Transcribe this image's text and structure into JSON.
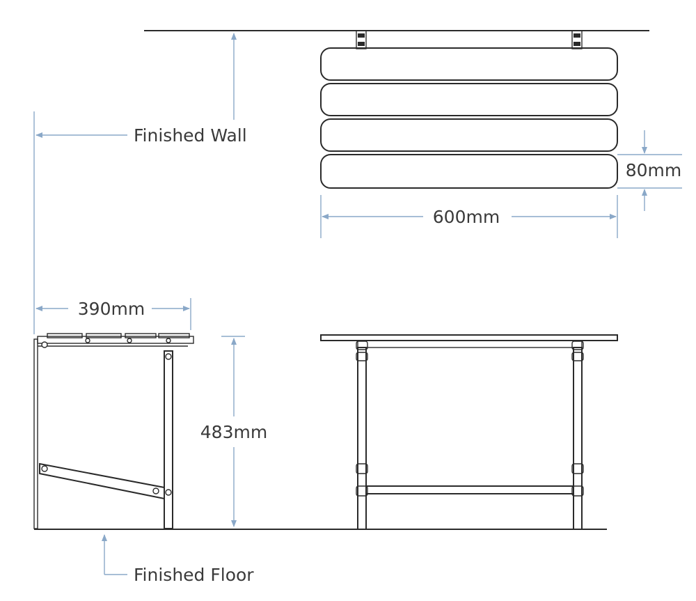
{
  "labels": {
    "finished_wall": "Finished Wall",
    "finished_floor": "Finished Floor",
    "width": "600mm",
    "slat_height": "80mm",
    "depth": "390mm",
    "seat_height": "483mm"
  },
  "colors": {
    "line": "#2a2a2a",
    "dimension": "#8aa8c8",
    "text": "#3a3a3a"
  }
}
